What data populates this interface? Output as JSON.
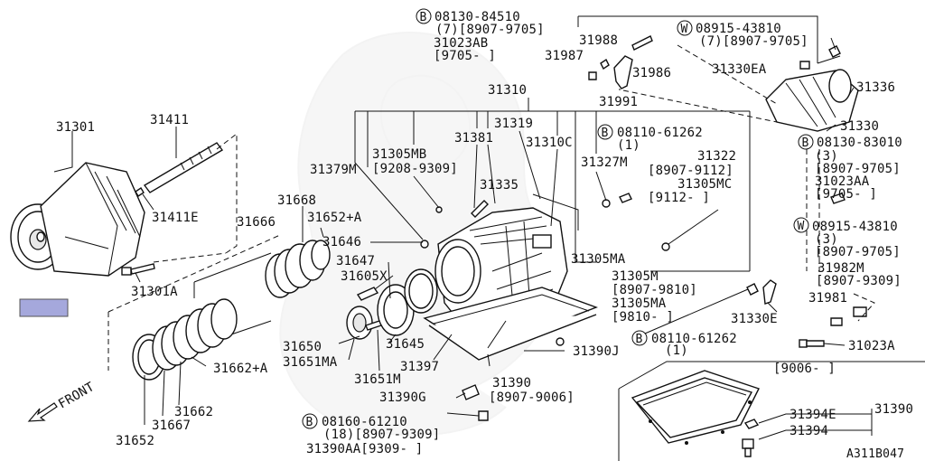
{
  "diagram": {
    "ref_code": "A311B047",
    "front_label": "FRONT",
    "highlight_color": "#a5a8dc",
    "parts": {
      "p31301": "31301",
      "p31411": "31411",
      "p31411E": "31411E",
      "p31301A": "31301A",
      "p31668": "31668",
      "p31652A": "31652+A",
      "p31666": "31666",
      "p31646": "31646",
      "p31647": "31647",
      "p31605X": "31605X",
      "p31650": "31650",
      "p31651MA": "31651MA",
      "p31645": "31645",
      "p31651M": "31651M",
      "p31662A": "31662+A",
      "p31662": "31662",
      "p31667": "31667",
      "p31652": "31652",
      "p31310": "31310",
      "p31305MB": "31305MB",
      "p31305MB_date": "[9208-9309]",
      "p31381": "31381",
      "p31319": "31319",
      "p31310C": "31310C",
      "p31379M": "31379M",
      "p31335": "31335",
      "p31327M": "31327M",
      "b1_code": "08110-61262",
      "b1_qty": "(1)",
      "p31322": "31322",
      "p31322_date": "[8907-9112]",
      "p31305MC": "31305MC",
      "p31305MC_date": "[9112-    ]",
      "p31305MA": "31305MA",
      "p31305M": "31305M",
      "p31305M_date": "[8907-9810]",
      "p31305MA2": "31305MA",
      "p31305MA2_date": "[9810-    ]",
      "p31390J": "31390J",
      "b2_code": "08110-61262",
      "b2_qty": "(1)",
      "p31397": "31397",
      "p31390": "31390",
      "p31390_date": "[8907-9006]",
      "p31390G": "31390G",
      "b3_code": "08160-61210",
      "b3_qty": "(18)[8907-9309]",
      "p31390AA": "31390AA[9309-    ]",
      "b4_code": "08130-84510",
      "b4_qty": "(7)[8907-9705]",
      "p31023AB": "31023AB",
      "p31023AB_date": "[9705-    ]",
      "p31988": "31988",
      "p31987": "31987",
      "p31986": "31986",
      "p31991": "31991",
      "w1_code": "08915-43810",
      "w1_qty": "(7)[8907-9705]",
      "p31330EA": "31330EA",
      "p31336": "31336",
      "p31330": "31330",
      "b5_code": "08130-83010",
      "b5_qty": "(3)",
      "b5_date": "[8907-9705]",
      "p31023AA": "31023AA",
      "p31023AA_date": "[9705-    ]",
      "w2_code": "08915-43810",
      "w2_qty": "(3)",
      "w2_date": "[8907-9705]",
      "p31982M": "31982M",
      "p31982M_date": "[8907-9309]",
      "p31981": "31981",
      "p31330E": "31330E",
      "p31023A": "31023A",
      "p31023A_date": "[9006-    ]",
      "p31390b": "31390",
      "p31394E": "31394E",
      "p31394": "31394"
    },
    "markers": {
      "bolt": "B",
      "washer": "W"
    }
  }
}
